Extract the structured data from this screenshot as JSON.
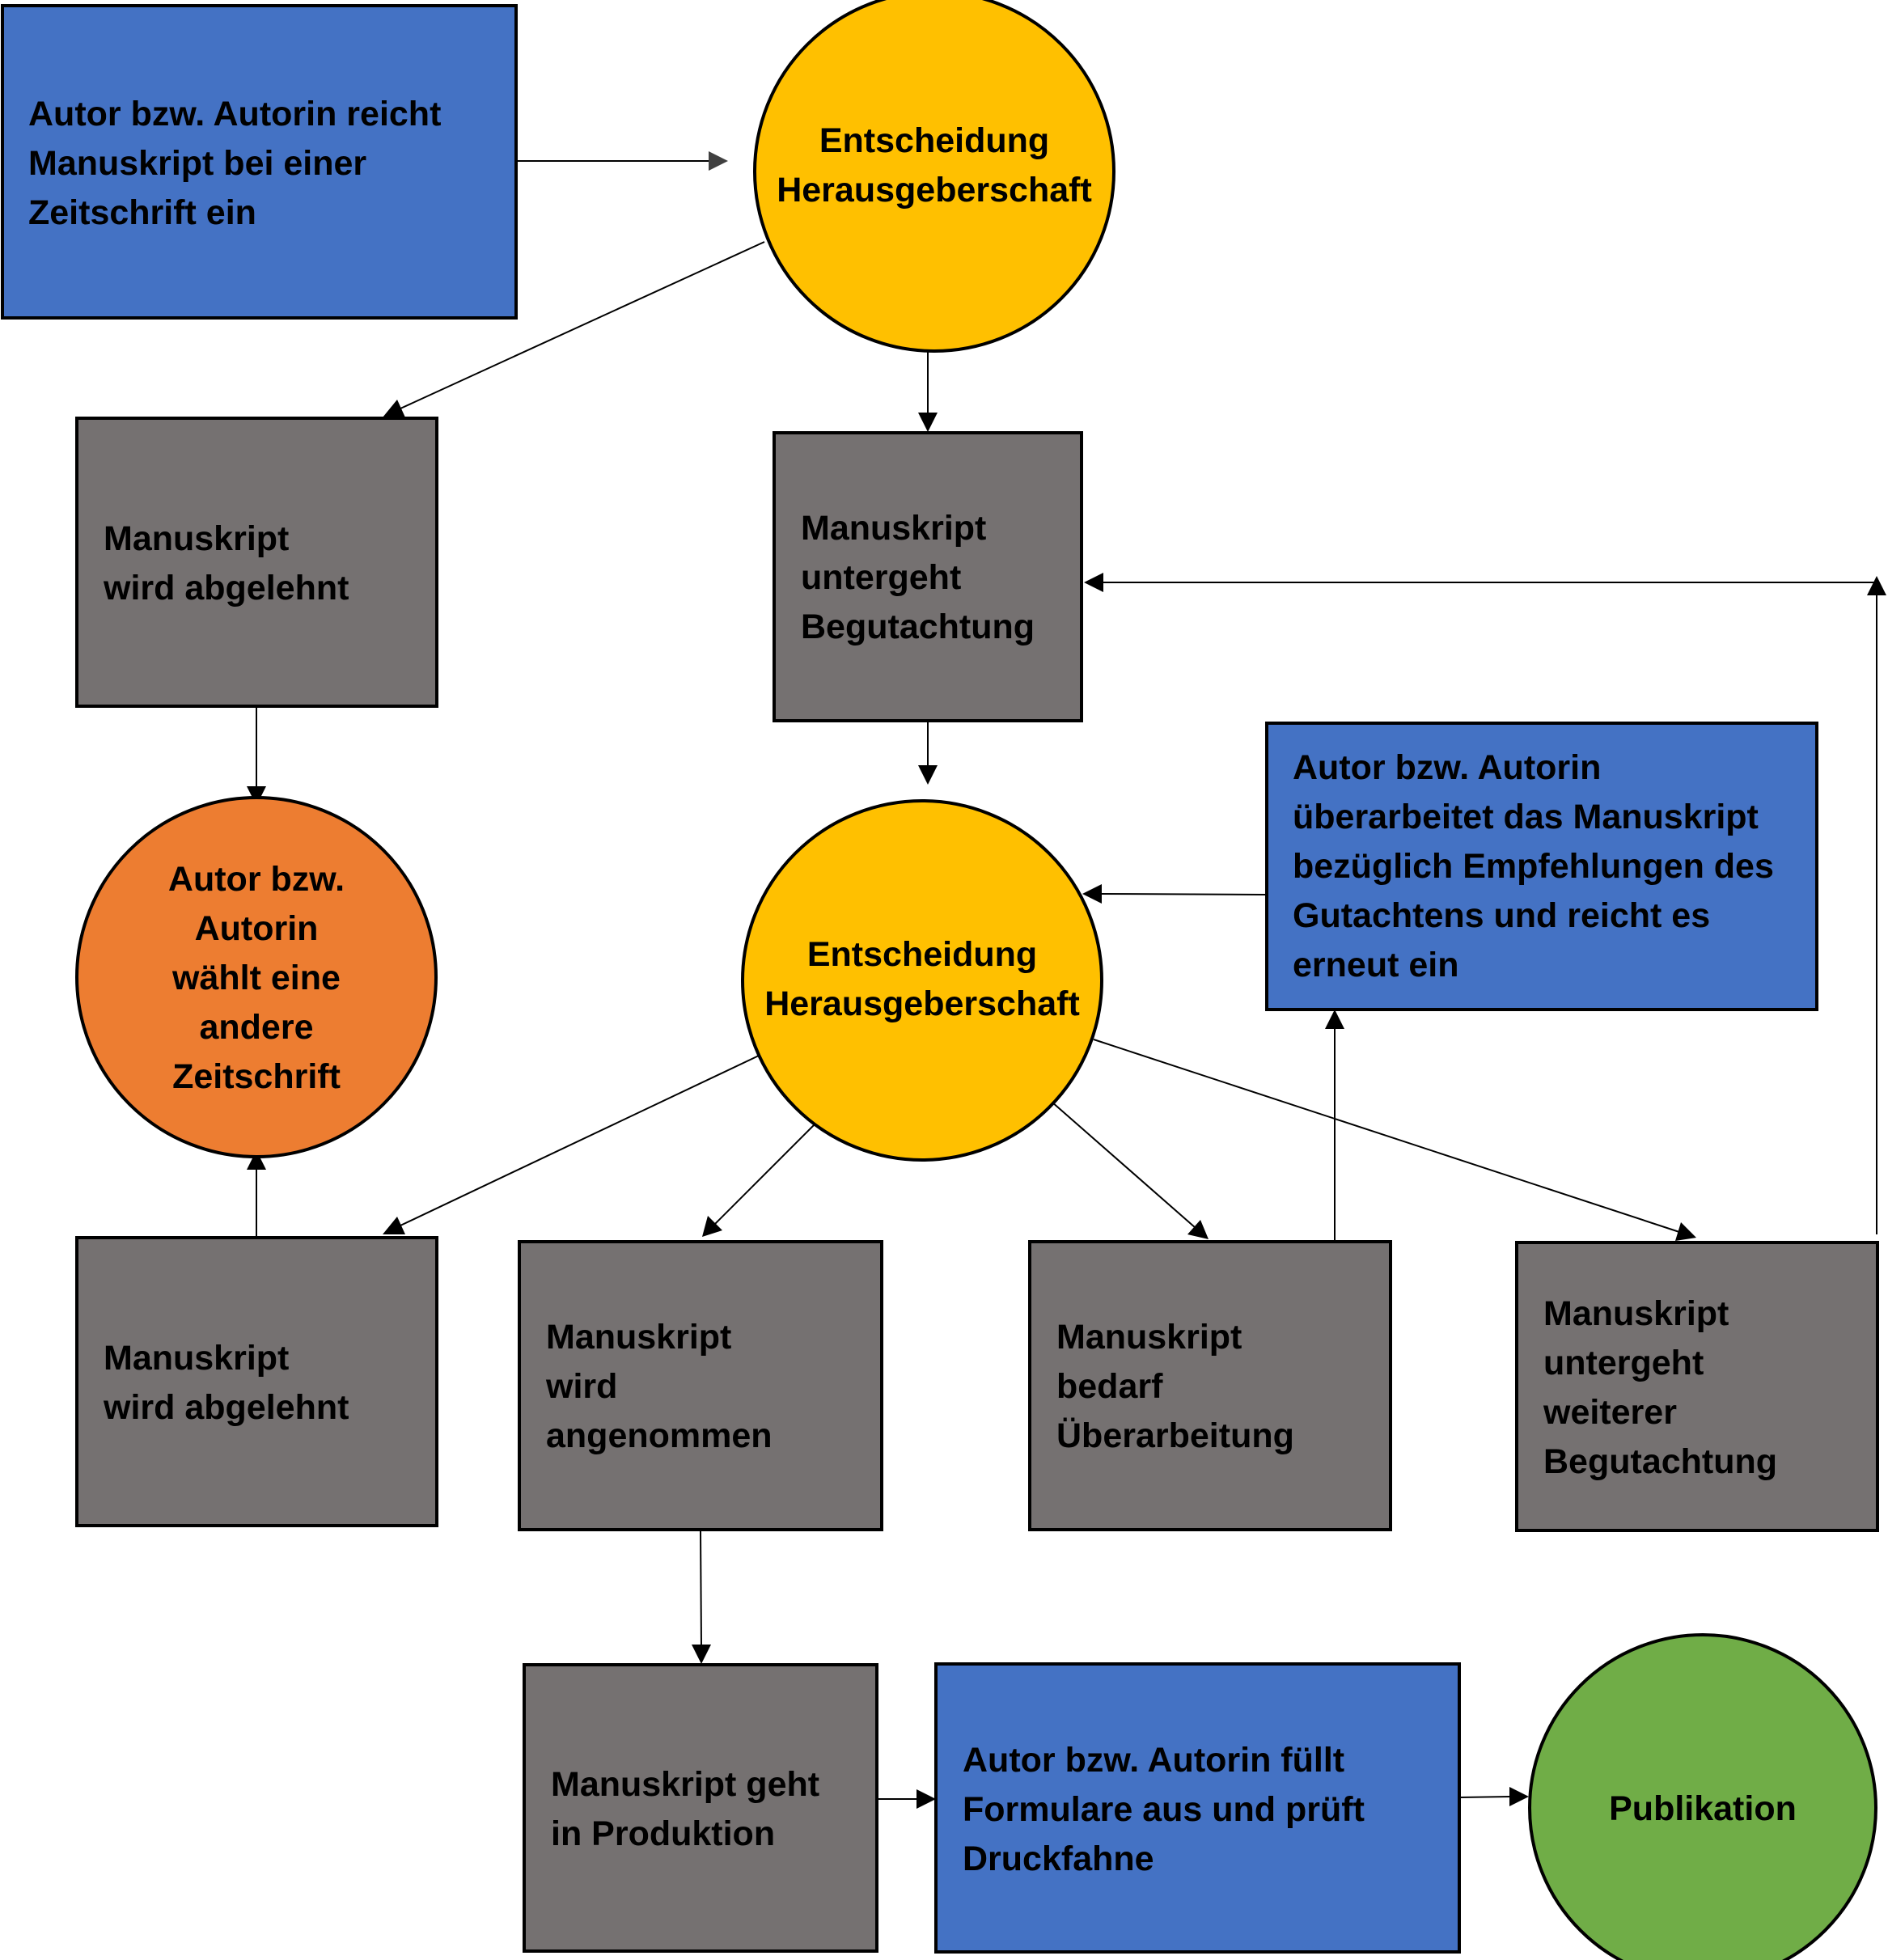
{
  "colors": {
    "blue": "#4472C4",
    "gray": "#757171",
    "yellow": "#FFC000",
    "orange": "#ED7D31",
    "green": "#70AD47",
    "stroke": "#000000"
  },
  "nodes": {
    "submit": {
      "lines": [
        "Autor bzw. Autorin reicht",
        "Manuskript bei  einer",
        "Zeitschrift ein"
      ]
    },
    "decision1": {
      "lines": [
        "Entscheidung",
        "Herausgeberschaft"
      ]
    },
    "rejected1": {
      "lines": [
        "Manuskript",
        "wird abgelehnt"
      ]
    },
    "review": {
      "lines": [
        "Manuskript",
        "untergeht",
        "Begutachtung"
      ]
    },
    "other_journal": {
      "lines": [
        "Autor bzw.",
        "Autorin",
        "wählt eine",
        "andere",
        "Zeitschrift"
      ]
    },
    "decision2": {
      "lines": [
        "Entscheidung",
        "Herausgeberschaft"
      ]
    },
    "revise_resubmit": {
      "lines": [
        "Autor bzw. Autorin",
        "überarbeitet das Manuskript",
        "bezüglich Empfehlungen des",
        "Gutachtens und reicht es",
        "erneut ein"
      ]
    },
    "rejected2": {
      "lines": [
        "Manuskript",
        "wird abgelehnt"
      ]
    },
    "accepted": {
      "lines": [
        "Manuskript",
        "wird",
        "angenommen"
      ]
    },
    "needs_revision": {
      "lines": [
        "Manuskript",
        "bedarf",
        "Überarbeitung"
      ]
    },
    "further_review": {
      "lines": [
        "Manuskript",
        "untergeht",
        "weiterer",
        "Begutachtung"
      ]
    },
    "production": {
      "lines": [
        "Manuskript geht",
        "in Produktion"
      ]
    },
    "forms_proof": {
      "lines": [
        "Autor bzw. Autorin füllt",
        "Formulare aus und prüft",
        "Druckfahne"
      ]
    },
    "publication": {
      "lines": [
        "Publikation"
      ]
    }
  }
}
